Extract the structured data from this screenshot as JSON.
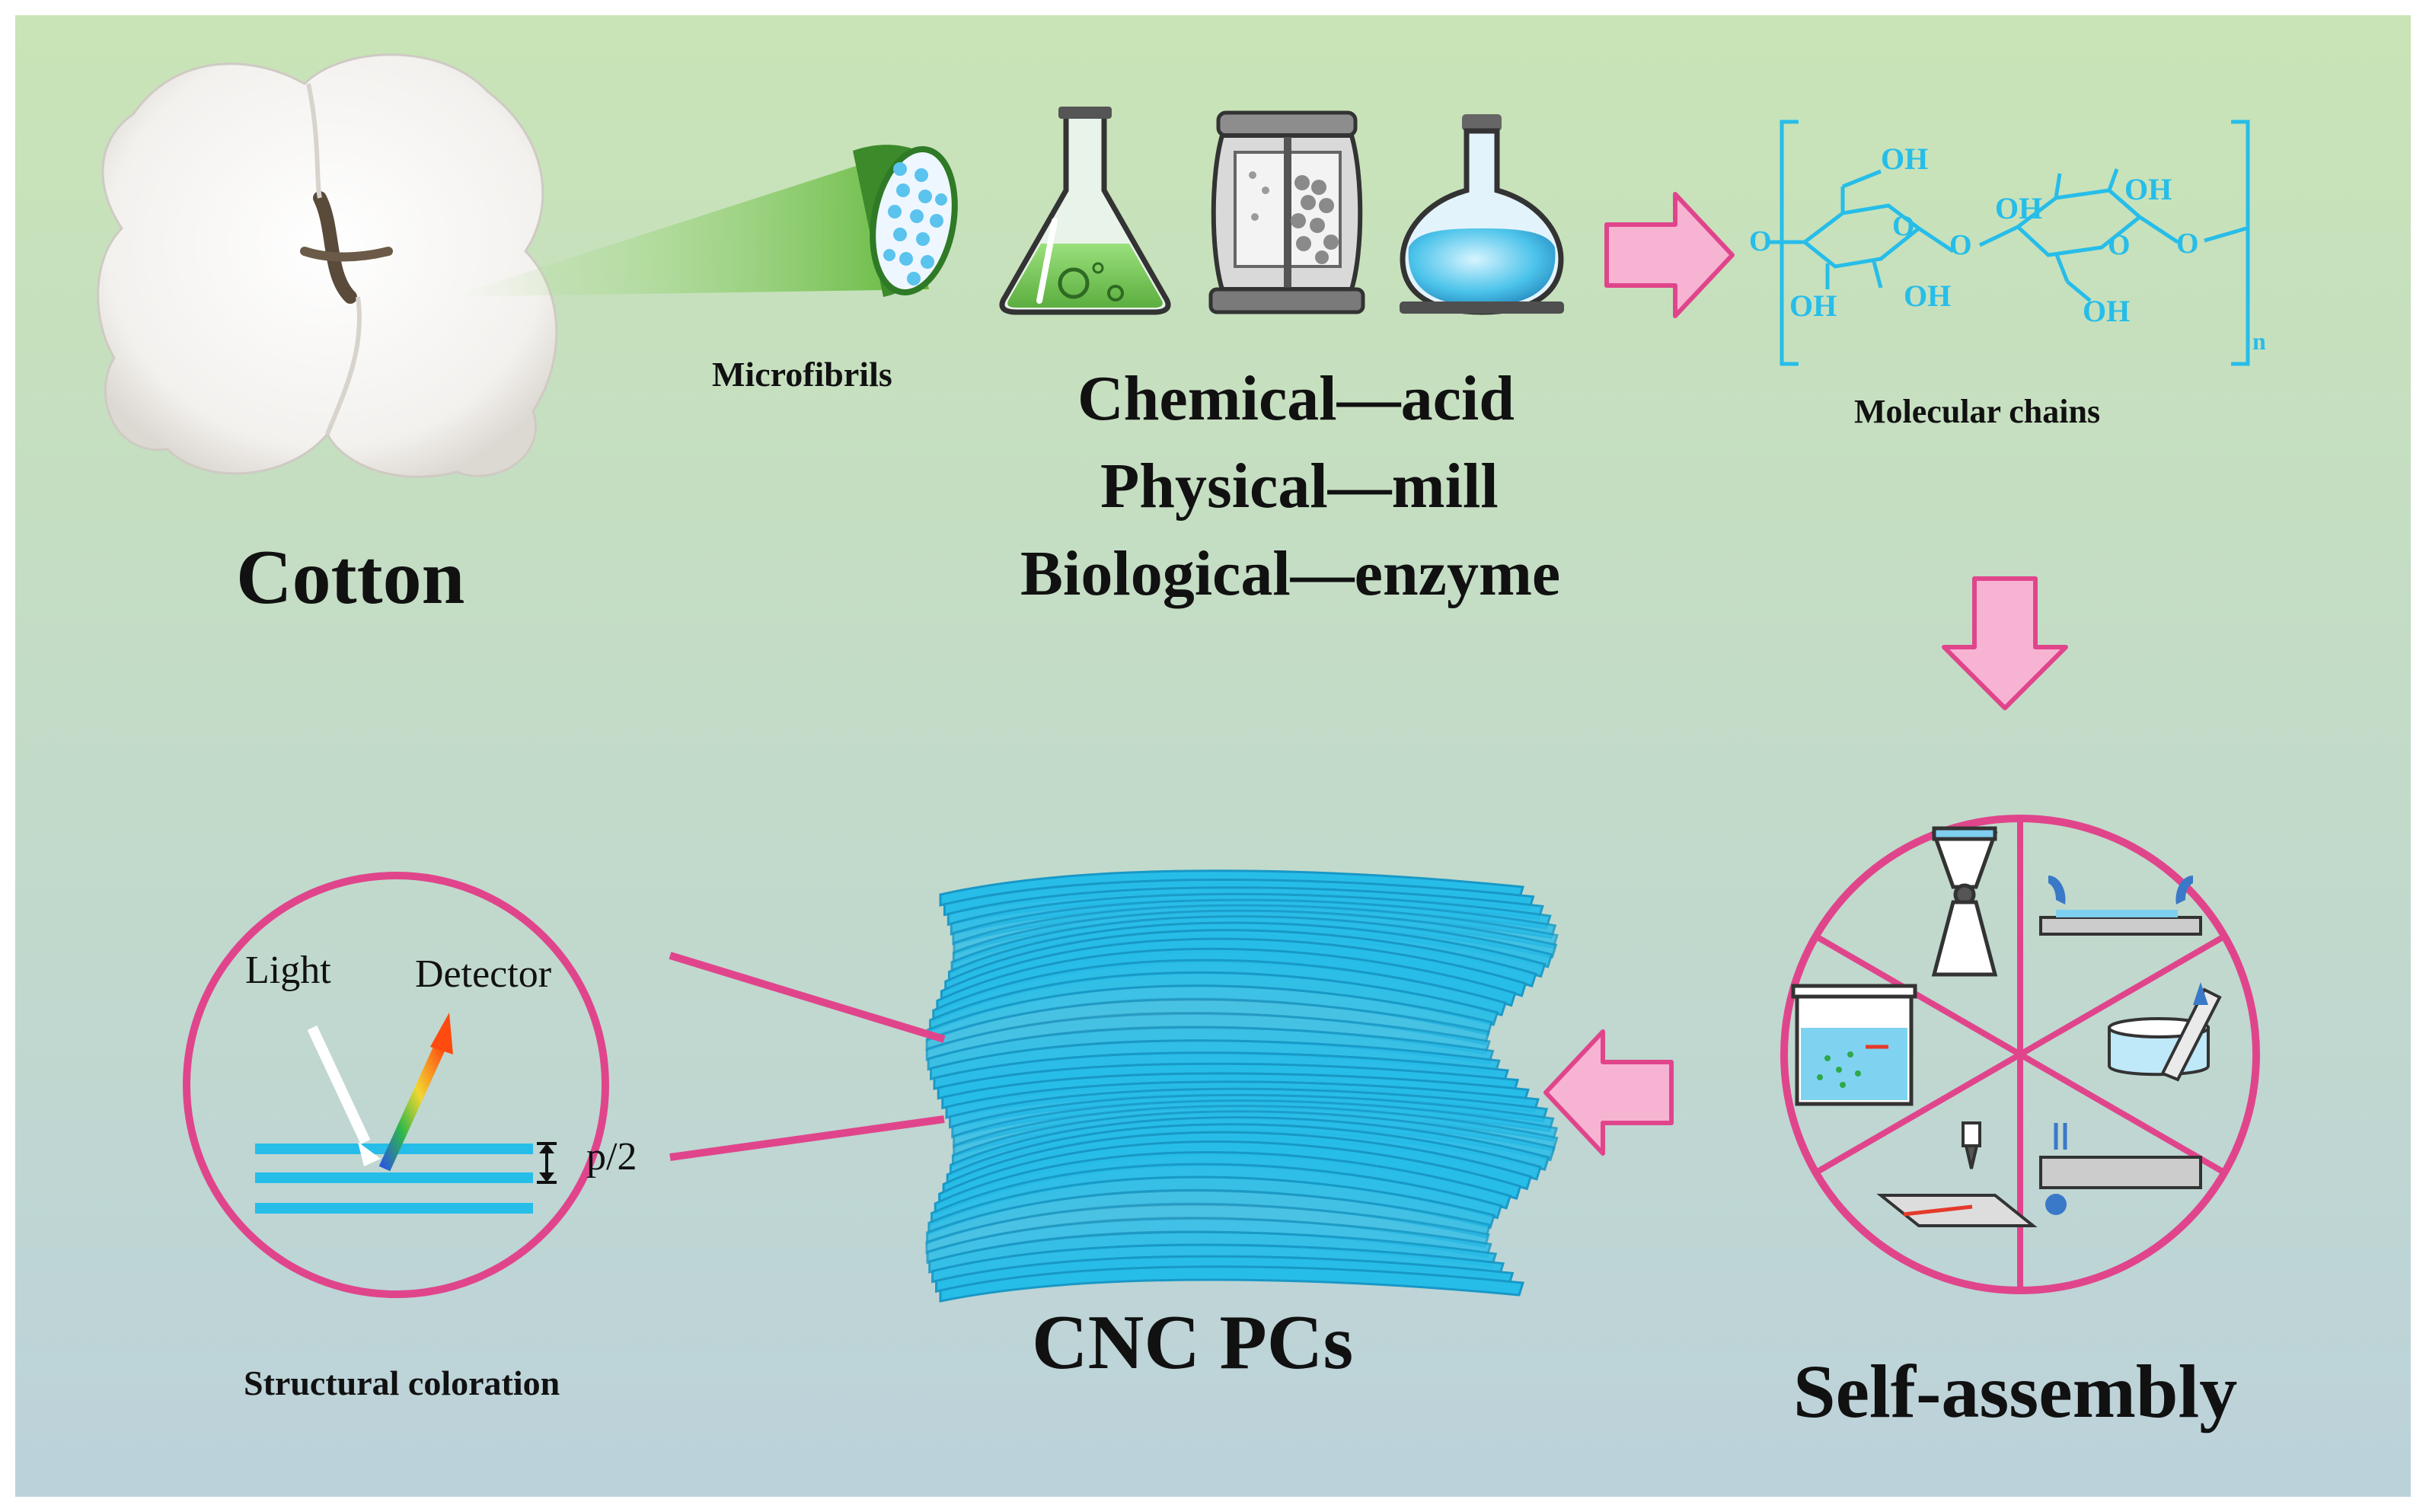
{
  "colors": {
    "bg_top": "#c9e4b6",
    "bg_bottom": "#bcd2db",
    "magenta": "#e0458c",
    "pink_fill": "#f7b4d2",
    "cyan": "#27bde9",
    "text": "#111111"
  },
  "labels": {
    "cotton": "Cotton",
    "microfibrils": "Microfibrils",
    "methods": [
      "Chemical—acid",
      "Physical—mill",
      "Biological—enzyme"
    ],
    "molecular_chains": "Molecular chains",
    "self_assembly": "Self-assembly",
    "cnc_pcs": "CNC PCs",
    "structural_coloration": "Structural coloration",
    "light": "Light",
    "detector": "Detector",
    "pitch": "p/2"
  },
  "molecule": {
    "groups": [
      "OH",
      "OH",
      "OH",
      "OH",
      "OH",
      "OH"
    ],
    "ring_atoms": [
      "O",
      "O",
      "O",
      "O",
      "O"
    ],
    "subscript": "n"
  },
  "icons": {
    "cotton": "cotton-boll-icon",
    "microfibril": "microfibril-bundle-icon",
    "flask": "erlenmeyer-flask-icon",
    "mill": "ball-mill-icon",
    "round_flask": "round-bottom-flask-icon",
    "arrows": [
      "arrow-right-icon",
      "arrow-down-icon",
      "arrow-left-icon"
    ],
    "methods_wheel": [
      "vacuum-filtration-icon",
      "blade-coating-icon",
      "dip-coating-icon",
      "spray-coating-icon",
      "direct-writing-icon",
      "evaporation-bath-icon"
    ]
  }
}
